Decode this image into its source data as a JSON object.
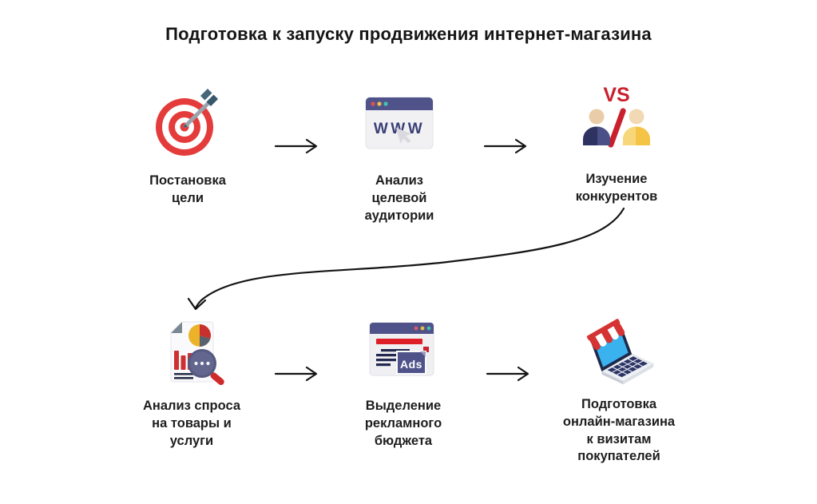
{
  "title": "Подготовка к запуску продвижения интернет-магазина",
  "steps": [
    {
      "icon": "target-icon",
      "label": "Постановка\nцели"
    },
    {
      "icon": "browser-www-icon",
      "label": "Анализ\nцелевой\nаудитории",
      "icon_text": "WWW"
    },
    {
      "icon": "vs-competitors-icon",
      "label": "Изучение\nконкурентов",
      "icon_text": "VS"
    },
    {
      "icon": "demand-analysis-icon",
      "label": "Анализ спроса\nна товары и\nуслуги"
    },
    {
      "icon": "ads-browser-icon",
      "label": "Выделение\nрекламного\nбюджета",
      "icon_text": "Ads"
    },
    {
      "icon": "laptop-store-icon",
      "label": "Подготовка\nонлайн-магазина\nк визитам\nпокупателей"
    }
  ],
  "colors": {
    "arrow_black": "#141414",
    "accent_red": "#d6252e",
    "header_purple": "#4f538a",
    "dark_navy": "#2d3261",
    "person_yellow": "#f5c345",
    "screen_blue": "#3ab2ee",
    "panel_gray": "#f1f1f4",
    "dot_yellow": "#e8be3c",
    "dot_teal": "#3fc1ad"
  }
}
